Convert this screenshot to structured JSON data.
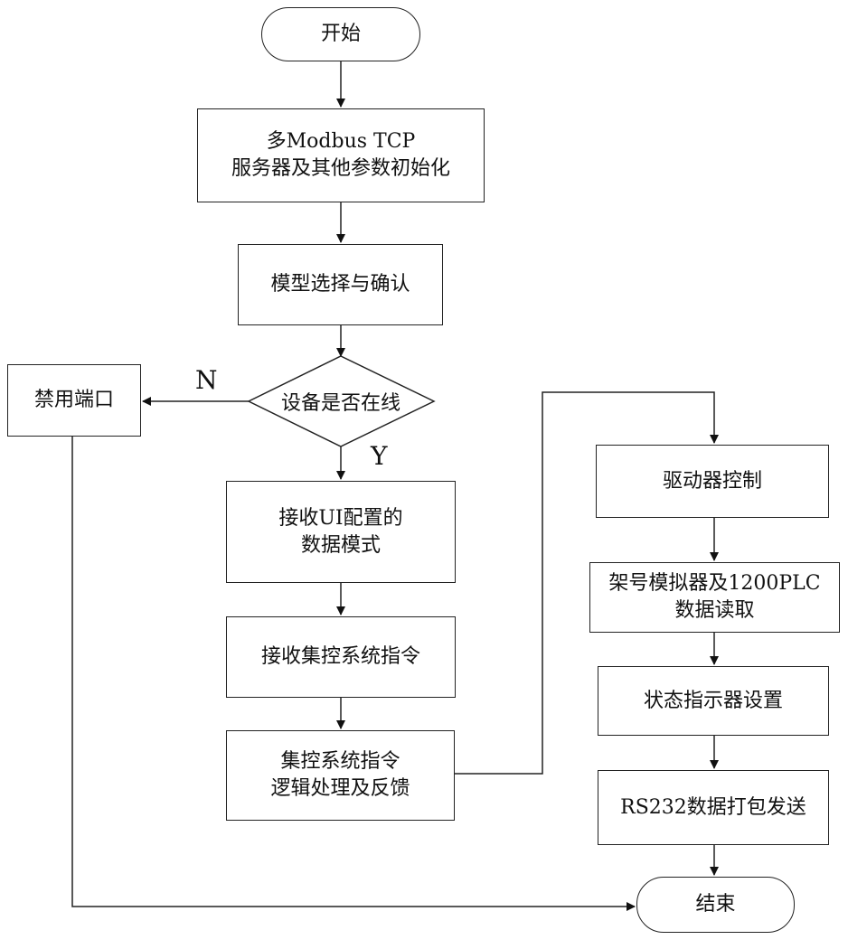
{
  "nodes": {
    "start": "开始",
    "init": [
      "多Modbus TCP",
      "服务器及其他参数初始化"
    ],
    "model": "模型选择与确认",
    "decision": "设备是否在线",
    "disable": "禁用端口",
    "recv_ui": [
      "接收UI配置的",
      "数据模式"
    ],
    "recv_cmd": "接收集控系统指令",
    "logic": [
      "集控系统指令",
      "逻辑处理及反馈"
    ],
    "driver": "驱动器控制",
    "read": [
      "架号模拟器及1200PLC",
      "数据读取"
    ],
    "status": "状态指示器设置",
    "rs232": "RS232数据打包发送",
    "end": "结束"
  },
  "branches": {
    "no": "N",
    "yes": "Y"
  }
}
